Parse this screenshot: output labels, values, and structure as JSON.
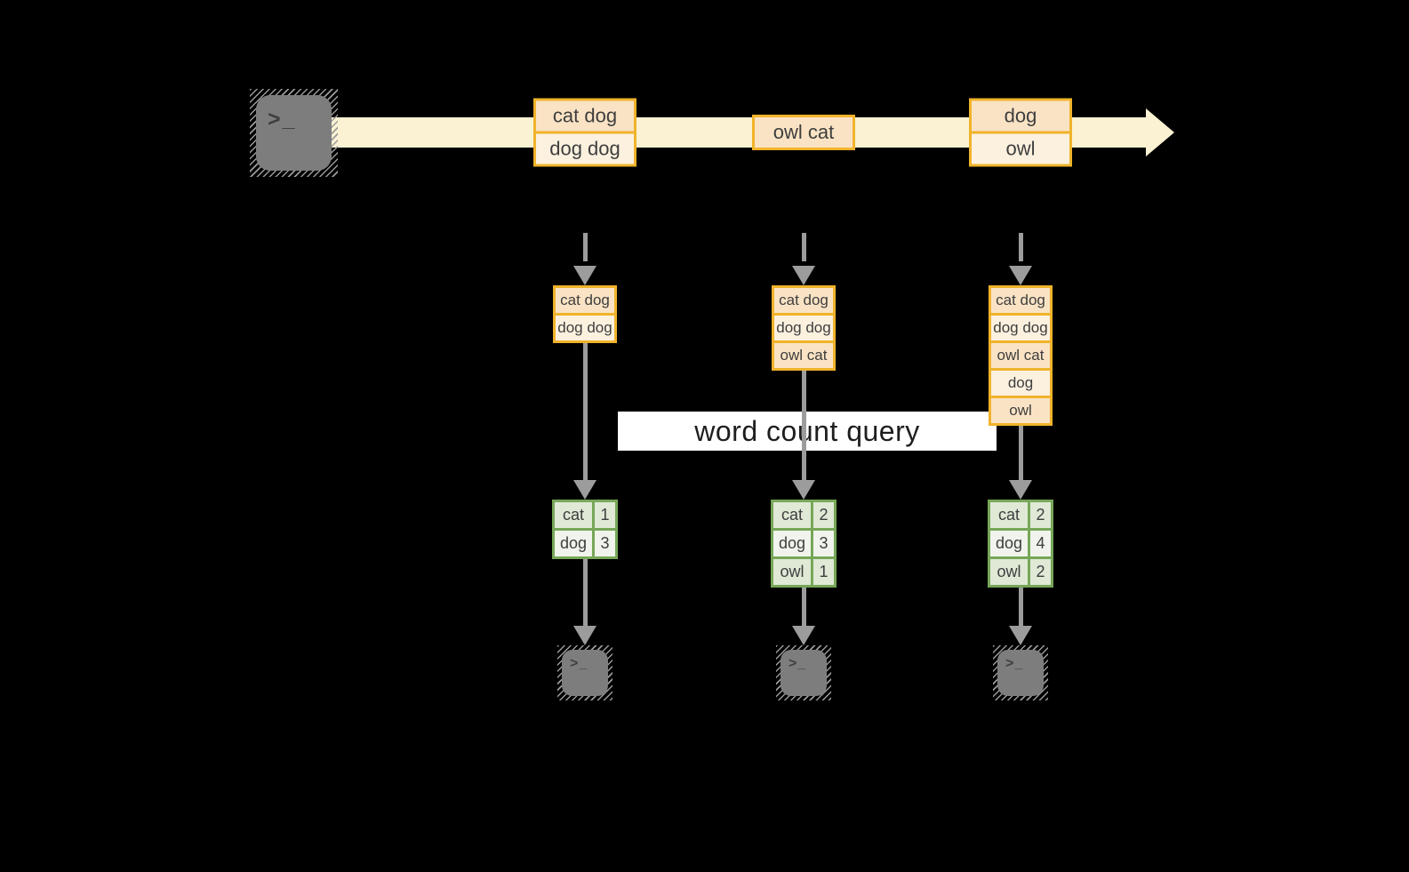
{
  "query_label": "word count query",
  "prompt_glyph": ">_",
  "icons": {
    "source": "terminal-prompt-icon",
    "sinks": "terminal-prompt-icon"
  },
  "columns": [
    {
      "batch": [
        "cat dog",
        "dog dog"
      ],
      "state": [
        "cat dog",
        "dog dog"
      ],
      "counts": [
        {
          "word": "cat",
          "count": "1"
        },
        {
          "word": "dog",
          "count": "3"
        }
      ]
    },
    {
      "batch": [
        "owl cat"
      ],
      "state": [
        "cat dog",
        "dog dog",
        "owl cat"
      ],
      "counts": [
        {
          "word": "cat",
          "count": "2"
        },
        {
          "word": "dog",
          "count": "3"
        },
        {
          "word": "owl",
          "count": "1"
        }
      ]
    },
    {
      "batch": [
        "dog",
        "owl"
      ],
      "state": [
        "cat dog",
        "dog dog",
        "owl cat",
        "dog",
        "owl"
      ],
      "counts": [
        {
          "word": "cat",
          "count": "2"
        },
        {
          "word": "dog",
          "count": "4"
        },
        {
          "word": "owl",
          "count": "2"
        }
      ]
    }
  ],
  "colors": {
    "background": "#000000",
    "stream_band": "#fbf2d3",
    "event_peach": "#fae3c4",
    "event_cream": "#fcf1df",
    "orange_border": "#f0b32b",
    "green_border": "#76a758",
    "count_cell_sage": "#dfe9d6",
    "count_cell_light": "#f0f4ec",
    "arrow_grey": "#9c9c9c",
    "terminal_grey": "#7d7d7d",
    "query_bg": "#ffffff",
    "text": "#3e3e3e"
  }
}
